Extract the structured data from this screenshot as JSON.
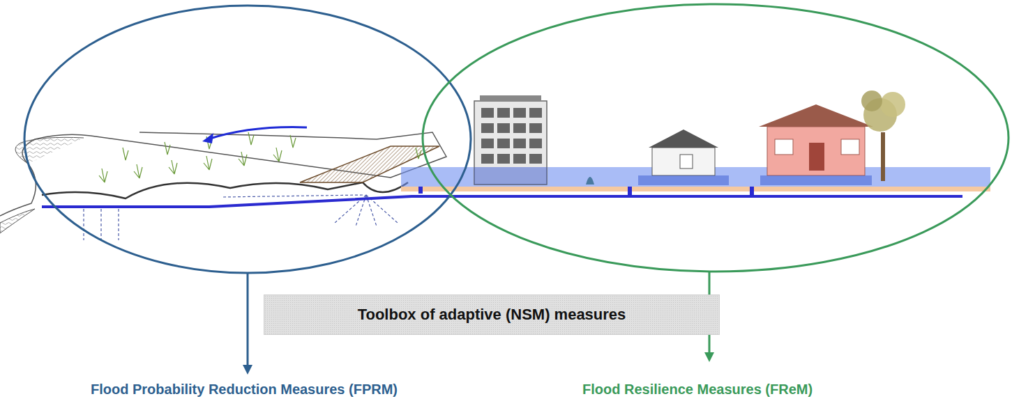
{
  "diagram": {
    "nodes": [
      {
        "text": [
          "Toolbox of adaptive (NSM) measures"
        ]
      }
    ],
    "labels": [
      "Flood Probability Reduction Measures (FPRM)",
      "Flood Resilience Measures (FReM)"
    ]
  }
}
